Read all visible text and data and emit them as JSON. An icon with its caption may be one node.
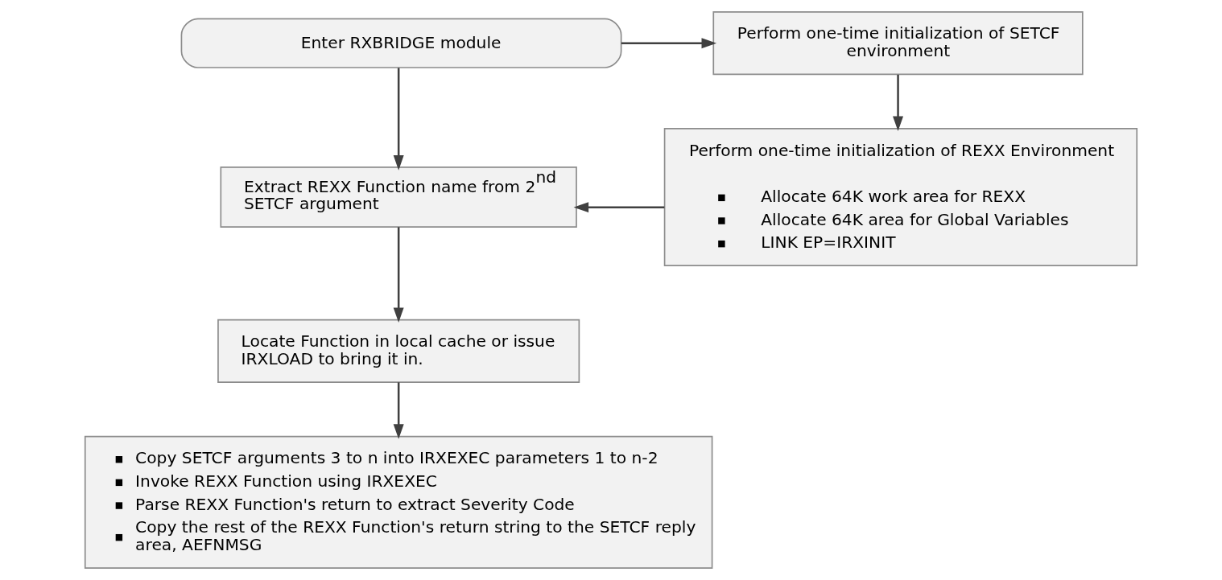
{
  "diagram": {
    "nodes": [
      {
        "text": [
          "Enter RXBRIDGE module"
        ]
      },
      {
        "text": [
          "Perform one-time initialization of SETCF environment"
        ]
      },
      {
        "text": [
          "Extract REXX Function name from 2$^{nd}$ SETCF argument"
        ]
      },
      {
        "text": [
          "Perform one-time initialization of REXX Environment",
          "Allocate 64K work area for REXX",
          "Allocate 64K area for Global Variables",
          "LINK EP=IRXINIT"
        ]
      },
      {
        "text": [
          "Locate Function in local cache or issue IRXLOAD to bring it in."
        ]
      },
      {
        "text": [
          "Copy SETCF arguments 3 to n into IRXEXEC parameters 1 to n-2",
          "Invoke REXX Function using IRXEXEC",
          "Parse REXX Function's return to extract Severity Code",
          "Copy the rest of the REXX Function's return string to the SETCF reply area, AEFNMSG"
        ]
      }
    ],
    "edges": [
      {
        "from": 0,
        "to": 1,
        "arrow": "to"
      },
      {
        "from": 0,
        "to": 2,
        "arrow": "to"
      },
      {
        "from": 1,
        "to": 3,
        "arrow": "to"
      },
      {
        "from": 3,
        "to": 2,
        "arrow": "to"
      },
      {
        "from": 2,
        "to": 4,
        "arrow": "to"
      },
      {
        "from": 4,
        "to": 5,
        "arrow": "to"
      }
    ]
  }
}
